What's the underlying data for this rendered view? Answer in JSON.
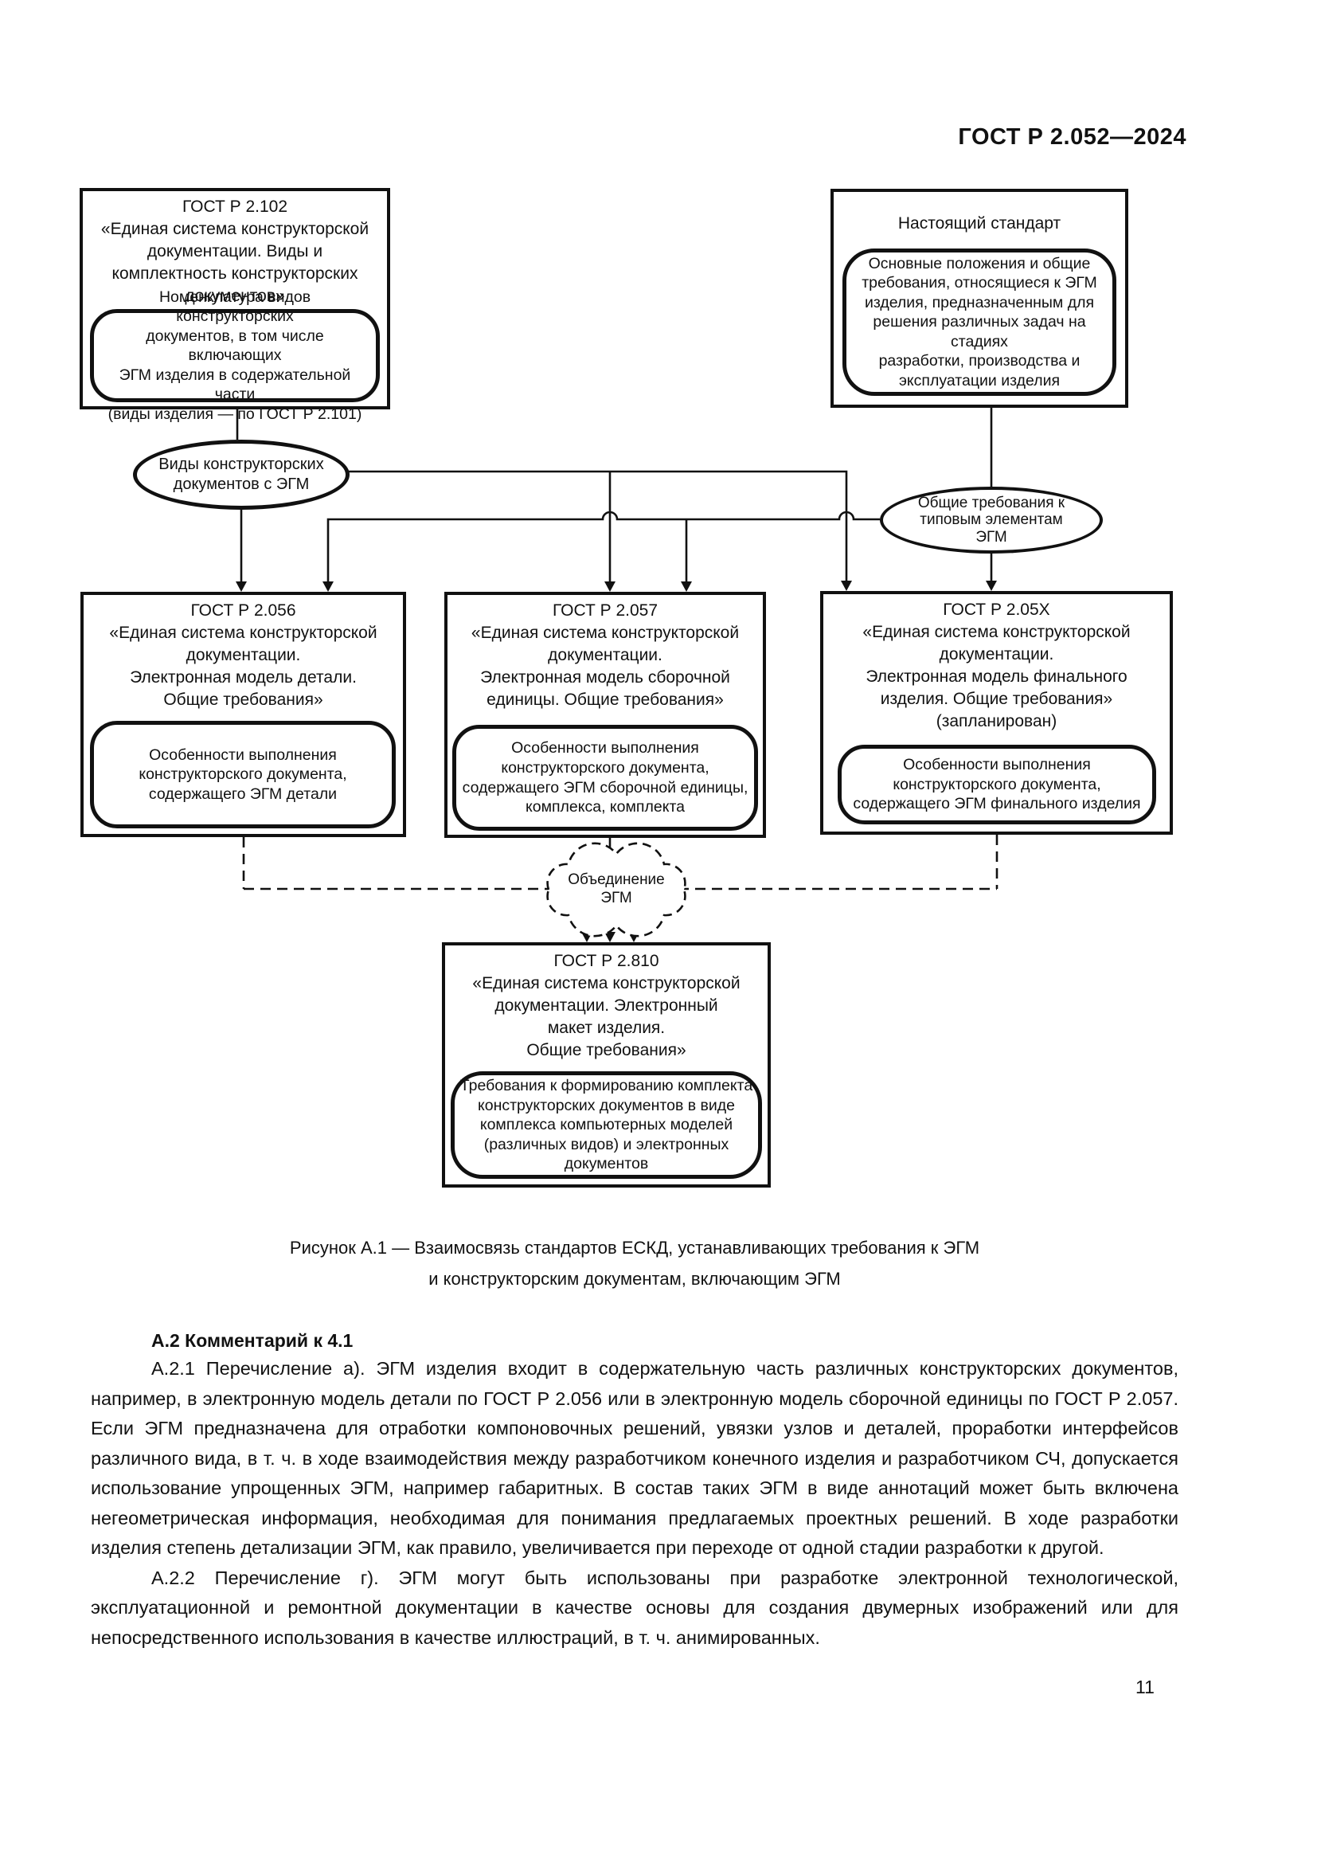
{
  "colors": {
    "ink": "#111111",
    "paper": "#ffffff"
  },
  "header": {
    "doc_number": "ГОСТ Р 2.052—2024"
  },
  "diagram": {
    "gost2102": {
      "title": "ГОСТ Р 2.102\n«Единая система конструкторской\nдокументации. Виды и\nкомплектность конструкторских\nдокументов»",
      "note": "Номенклатура видов конструкторских\nдокументов, в том числе включающих\nЭГМ изделия в содержательной части\n(виды изделия — по ГОСТ Р 2.101)"
    },
    "current_standard": {
      "title": "Настоящий стандарт",
      "note": "Основные положения и общие\nтребования, относящиеся к ЭГМ\nизделия, предназначенным для\nрешения различных задач на стадиях\nразработки, производства и\nэксплуатации изделия"
    },
    "ellipse_doc_types": {
      "label": "Виды конструкторских\nдокументов с ЭГМ"
    },
    "ellipse_common_req": {
      "label": "Общие требования к\nтиповым элементам\nЭГМ"
    },
    "gost2056": {
      "title": "ГОСТ Р 2.056\n«Единая система конструкторской\nдокументации.\nЭлектронная модель детали.\nОбщие требования»",
      "note": "Особенности выполнения\nконструкторского документа,\nсодержащего ЭГМ детали"
    },
    "gost2057": {
      "title": "ГОСТ Р 2.057\n«Единая система конструкторской\nдокументации.\nЭлектронная модель сборочной\nединицы. Общие требования»",
      "note": "Особенности выполнения\nконструкторского документа,\nсодержащего ЭГМ сборочной единицы,\nкомплекса, комплекта"
    },
    "gost205x": {
      "title": "ГОСТ Р 2.05Х\n«Единая система конструкторской\nдокументации.\nЭлектронная модель финального\nизделия. Общие требования»\n(запланирован)",
      "note": "Особенности выполнения\nконструкторского документа,\nсодержащего ЭГМ финального изделия"
    },
    "cloud": {
      "label": "Объединение\nЭГМ"
    },
    "gost2810": {
      "title": "ГОСТ Р 2.810\n«Единая система конструкторской\nдокументации. Электронный\nмакет изделия.\nОбщие требования»",
      "note": "Требования к формированию комплекта\nконструкторских документов в виде\nкомплекса компьютерных моделей\n(различных видов) и электронных\nдокументов"
    }
  },
  "caption": {
    "text": "Рисунок А.1 — Взаимосвязь стандартов ЕСКД, устанавливающих требования к ЭГМ\nи конструкторским документам, включающим ЭГМ"
  },
  "commentary": {
    "heading": "А.2 Комментарий к 4.1",
    "para_a21": "А.2.1 Перечисление а). ЭГМ изделия входит в содержательную часть различных конструкторских документов, например, в электронную модель детали по ГОСТ Р 2.056 или в электронную модель сборочной единицы по ГОСТ Р 2.057. Если ЭГМ предназначена для отработки компоновочных решений, увязки узлов и деталей, проработки интерфейсов различного вида, в т. ч. в ходе взаимодействия между разработчиком конечного изделия и разработчиком СЧ, допускается использование упрощенных ЭГМ, например габаритных. В состав таких ЭГМ в виде аннотаций может быть включена негеометрическая информация, необходимая для понимания предлагаемых проектных решений. В ходе разработки изделия степень детализации ЭГМ, как правило, увеличивается при переходе от одной стадии разработки к другой.",
    "para_a22": "А.2.2 Перечисление г). ЭГМ могут быть использованы при разработке электронной технологической, эксплуатационной и ремонтной документации в качестве основы для создания двумерных изображений или для непосредственного использования в качестве иллюстраций, в т. ч. анимированных."
  },
  "footer": {
    "page_number": "11"
  }
}
